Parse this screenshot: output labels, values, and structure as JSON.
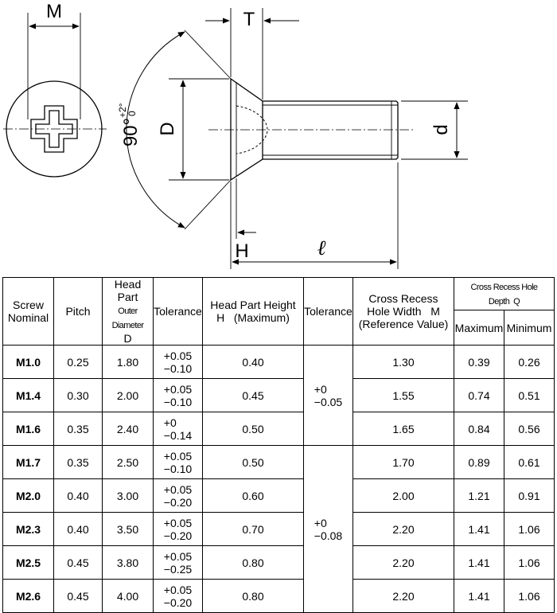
{
  "drawing": {
    "labels": {
      "m": "M",
      "t": "T",
      "d_head": "D",
      "d_shank": "d",
      "h": "H",
      "length": "ℓ",
      "angle": "90°",
      "angle_plus": "+2°",
      "angle_minus": "0"
    }
  },
  "table": {
    "headers": {
      "nominal": [
        "Screw",
        "Nominal"
      ],
      "pitch": "Pitch",
      "head_diameter": [
        "Head Part",
        "Outer Diameter",
        "D"
      ],
      "tolerance_d": "Tolerance",
      "head_height": [
        "Head Part Height",
        "H   (Maximum)"
      ],
      "tolerance_h": "Tolerance",
      "recess_width": [
        "Cross Recess",
        "Hole Width   M",
        "(Reference Value)"
      ],
      "recess_depth": "Cross Recess Hole Depth  Q",
      "depth_max": "Maximum",
      "depth_min": "Minimum"
    },
    "rows": [
      {
        "nominal": "M1.0",
        "pitch": "0.25",
        "d": "1.80",
        "tol_d": [
          "+0.05",
          "−0.10"
        ],
        "h": "0.40",
        "m": "1.30",
        "q_max": "0.39",
        "q_min": "0.26"
      },
      {
        "nominal": "M1.4",
        "pitch": "0.30",
        "d": "2.00",
        "tol_d": [
          "+0.05",
          "−0.10"
        ],
        "h": "0.45",
        "m": "1.55",
        "q_max": "0.74",
        "q_min": "0.51"
      },
      {
        "nominal": "M1.6",
        "pitch": "0.35",
        "d": "2.40",
        "tol_d": [
          "+0",
          "−0.14"
        ],
        "h": "0.50",
        "m": "1.65",
        "q_max": "0.84",
        "q_min": "0.56"
      },
      {
        "nominal": "M1.7",
        "pitch": "0.35",
        "d": "2.50",
        "tol_d": [
          "+0.05",
          "−0.10"
        ],
        "h": "0.50",
        "m": "1.70",
        "q_max": "0.89",
        "q_min": "0.61"
      },
      {
        "nominal": "M2.0",
        "pitch": "0.40",
        "d": "3.00",
        "tol_d": [
          "+0.05",
          "−0.20"
        ],
        "h": "0.60",
        "m": "2.00",
        "q_max": "1.21",
        "q_min": "0.91"
      },
      {
        "nominal": "M2.3",
        "pitch": "0.40",
        "d": "3.50",
        "tol_d": [
          "+0.05",
          "−0.20"
        ],
        "h": "0.70",
        "m": "2.20",
        "q_max": "1.41",
        "q_min": "1.06"
      },
      {
        "nominal": "M2.5",
        "pitch": "0.45",
        "d": "3.80",
        "tol_d": [
          "+0.05",
          "−0.25"
        ],
        "h": "0.80",
        "m": "2.20",
        "q_max": "1.41",
        "q_min": "1.06"
      },
      {
        "nominal": "M2.6",
        "pitch": "0.45",
        "d": "4.00",
        "tol_d": [
          "+0.05",
          "−0.20"
        ],
        "h": "0.80",
        "m": "2.20",
        "q_max": "1.41",
        "q_min": "1.06"
      }
    ],
    "tol_h_groups": [
      {
        "values": [
          "+0",
          "−0.05"
        ]
      },
      {
        "values": [
          "+0",
          "−0.08"
        ]
      }
    ]
  }
}
